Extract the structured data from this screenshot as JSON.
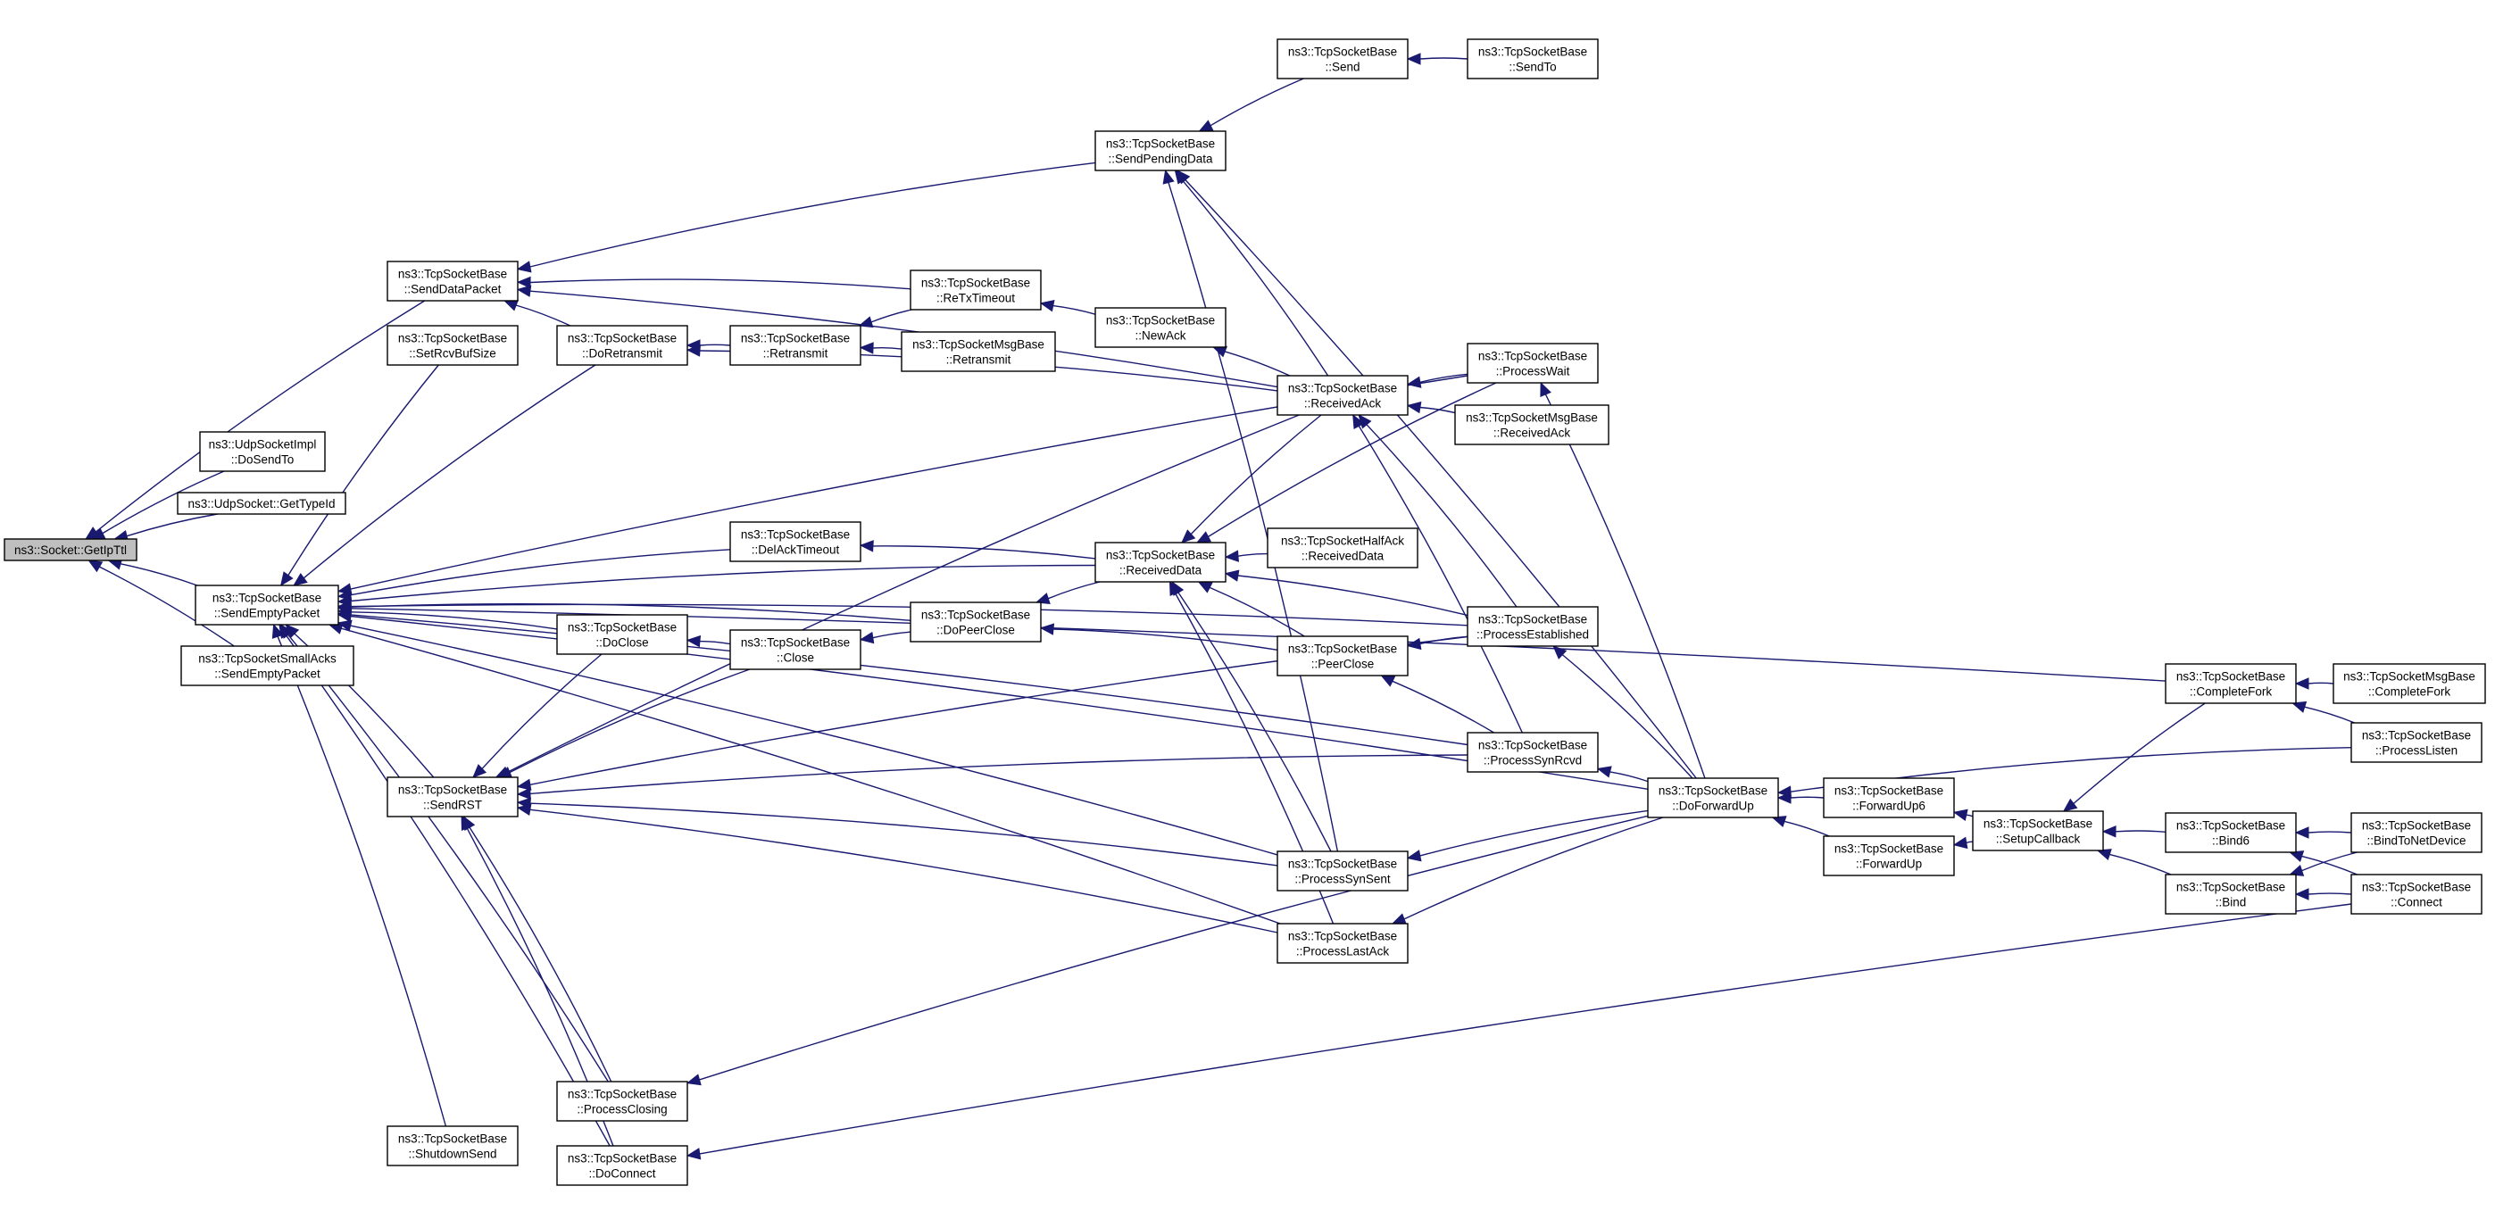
{
  "graph": {
    "title": "",
    "edge_color": "#191970",
    "root_fill": "#bfbfbf",
    "nodes": [
      {
        "id": "getipttl",
        "lines": [
          "ns3::Socket::GetIpTtl"
        ],
        "root": true
      },
      {
        "id": "udpimpl_dosendto",
        "lines": [
          "ns3::UdpSocketImpl",
          "::DoSendTo"
        ]
      },
      {
        "id": "udpsocket_gettypeid",
        "lines": [
          "ns3::UdpSocket::GetTypeId"
        ]
      },
      {
        "id": "sendemptypacket",
        "lines": [
          "ns3::TcpSocketBase",
          "::SendEmptyPacket"
        ]
      },
      {
        "id": "smallacks_sendemptypacket",
        "lines": [
          "ns3::TcpSocketSmallAcks",
          "::SendEmptyPacket"
        ]
      },
      {
        "id": "senddatapacket",
        "lines": [
          "ns3::TcpSocketBase",
          "::SendDataPacket"
        ]
      },
      {
        "id": "setrcvbufsize",
        "lines": [
          "ns3::TcpSocketBase",
          "::SetRcvBufSize"
        ]
      },
      {
        "id": "sendrst",
        "lines": [
          "ns3::TcpSocketBase",
          "::SendRST"
        ]
      },
      {
        "id": "shutdownsend",
        "lines": [
          "ns3::TcpSocketBase",
          "::ShutdownSend"
        ]
      },
      {
        "id": "doretransmit",
        "lines": [
          "ns3::TcpSocketBase",
          "::DoRetransmit"
        ]
      },
      {
        "id": "delacktimeout",
        "lines": [
          "ns3::TcpSocketBase",
          "::DelAckTimeout"
        ]
      },
      {
        "id": "doclose",
        "lines": [
          "ns3::TcpSocketBase",
          "::DoClose"
        ]
      },
      {
        "id": "processclosing",
        "lines": [
          "ns3::TcpSocketBase",
          "::ProcessClosing"
        ]
      },
      {
        "id": "doconnect",
        "lines": [
          "ns3::TcpSocketBase",
          "::DoConnect"
        ]
      },
      {
        "id": "retransmit",
        "lines": [
          "ns3::TcpSocketBase",
          "::Retransmit"
        ]
      },
      {
        "id": "close",
        "lines": [
          "ns3::TcpSocketBase",
          "::Close"
        ]
      },
      {
        "id": "retxtimeout",
        "lines": [
          "ns3::TcpSocketBase",
          "::ReTxTimeout"
        ]
      },
      {
        "id": "msgbase_retransmit",
        "lines": [
          "ns3::TcpSocketMsgBase",
          "::Retransmit"
        ]
      },
      {
        "id": "dopeerclose",
        "lines": [
          "ns3::TcpSocketBase",
          "::DoPeerClose"
        ]
      },
      {
        "id": "sendpendingdata",
        "lines": [
          "ns3::TcpSocketBase",
          "::SendPendingData"
        ]
      },
      {
        "id": "newack",
        "lines": [
          "ns3::TcpSocketBase",
          "::NewAck"
        ]
      },
      {
        "id": "receiveddata",
        "lines": [
          "ns3::TcpSocketBase",
          "::ReceivedData"
        ]
      },
      {
        "id": "send",
        "lines": [
          "ns3::TcpSocketBase",
          "::Send"
        ]
      },
      {
        "id": "receivedack",
        "lines": [
          "ns3::TcpSocketBase",
          "::ReceivedAck"
        ]
      },
      {
        "id": "halfack_receiveddata",
        "lines": [
          "ns3::TcpSocketHalfAck",
          "::ReceivedData"
        ]
      },
      {
        "id": "peerclose",
        "lines": [
          "ns3::TcpSocketBase",
          "::PeerClose"
        ]
      },
      {
        "id": "processsynsent",
        "lines": [
          "ns3::TcpSocketBase",
          "::ProcessSynSent"
        ]
      },
      {
        "id": "processlastack",
        "lines": [
          "ns3::TcpSocketBase",
          "::ProcessLastAck"
        ]
      },
      {
        "id": "sendto",
        "lines": [
          "ns3::TcpSocketBase",
          "::SendTo"
        ]
      },
      {
        "id": "processwait",
        "lines": [
          "ns3::TcpSocketBase",
          "::ProcessWait"
        ]
      },
      {
        "id": "msgbase_receivedack",
        "lines": [
          "ns3::TcpSocketMsgBase",
          "::ReceivedAck"
        ]
      },
      {
        "id": "processestablished",
        "lines": [
          "ns3::TcpSocketBase",
          "::ProcessEstablished"
        ]
      },
      {
        "id": "processsynrcvd",
        "lines": [
          "ns3::TcpSocketBase",
          "::ProcessSynRcvd"
        ]
      },
      {
        "id": "doforwardup",
        "lines": [
          "ns3::TcpSocketBase",
          "::DoForwardUp"
        ]
      },
      {
        "id": "forwardup6",
        "lines": [
          "ns3::TcpSocketBase",
          "::ForwardUp6"
        ]
      },
      {
        "id": "forwardup",
        "lines": [
          "ns3::TcpSocketBase",
          "::ForwardUp"
        ]
      },
      {
        "id": "setupcallback",
        "lines": [
          "ns3::TcpSocketBase",
          "::SetupCallback"
        ]
      },
      {
        "id": "completefork",
        "lines": [
          "ns3::TcpSocketBase",
          "::CompleteFork"
        ]
      },
      {
        "id": "bind6",
        "lines": [
          "ns3::TcpSocketBase",
          "::Bind6"
        ]
      },
      {
        "id": "bind",
        "lines": [
          "ns3::TcpSocketBase",
          "::Bind"
        ]
      },
      {
        "id": "msgbase_completefork",
        "lines": [
          "ns3::TcpSocketMsgBase",
          "::CompleteFork"
        ]
      },
      {
        "id": "processlisten",
        "lines": [
          "ns3::TcpSocketBase",
          "::ProcessListen"
        ]
      },
      {
        "id": "bindtonetdevice",
        "lines": [
          "ns3::TcpSocketBase",
          "::BindToNetDevice"
        ]
      },
      {
        "id": "connect",
        "lines": [
          "ns3::TcpSocketBase",
          "::Connect"
        ]
      }
    ],
    "edges": [
      [
        "udpimpl_dosendto",
        "getipttl"
      ],
      [
        "udpsocket_gettypeid",
        "getipttl"
      ],
      [
        "sendemptypacket",
        "getipttl"
      ],
      [
        "smallacks_sendemptypacket",
        "getipttl"
      ],
      [
        "senddatapacket",
        "getipttl"
      ],
      [
        "setrcvbufsize",
        "sendemptypacket"
      ],
      [
        "doretransmit",
        "sendemptypacket"
      ],
      [
        "delacktimeout",
        "sendemptypacket"
      ],
      [
        "receiveddata",
        "sendemptypacket"
      ],
      [
        "dopeerclose",
        "sendemptypacket"
      ],
      [
        "doclose",
        "sendemptypacket"
      ],
      [
        "sendrst",
        "sendemptypacket"
      ],
      [
        "processestablished",
        "sendemptypacket"
      ],
      [
        "processsynrcvd",
        "sendemptypacket"
      ],
      [
        "processsynsent",
        "sendemptypacket"
      ],
      [
        "processlastack",
        "sendemptypacket"
      ],
      [
        "doforwardup",
        "sendemptypacket"
      ],
      [
        "processclosing",
        "sendemptypacket"
      ],
      [
        "shutdownsend",
        "sendemptypacket"
      ],
      [
        "doconnect",
        "sendemptypacket"
      ],
      [
        "processwait",
        "sendemptypacket"
      ],
      [
        "completefork",
        "sendemptypacket"
      ],
      [
        "sendpendingdata",
        "senddatapacket"
      ],
      [
        "retxtimeout",
        "senddatapacket"
      ],
      [
        "doretransmit",
        "senddatapacket"
      ],
      [
        "receivedack",
        "senddatapacket"
      ],
      [
        "doclose",
        "sendrst"
      ],
      [
        "close",
        "sendrst"
      ],
      [
        "processclosing",
        "sendrst"
      ],
      [
        "doconnect",
        "sendrst"
      ],
      [
        "processestablished",
        "sendrst"
      ],
      [
        "processsynrcvd",
        "sendrst"
      ],
      [
        "processsynsent",
        "sendrst"
      ],
      [
        "processlastack",
        "sendrst"
      ],
      [
        "receivedack",
        "sendrst"
      ],
      [
        "retransmit",
        "doretransmit"
      ],
      [
        "receivedack",
        "doretransmit"
      ],
      [
        "close",
        "doclose"
      ],
      [
        "dopeerclose",
        "close"
      ],
      [
        "retxtimeout",
        "retransmit"
      ],
      [
        "msgbase_retransmit",
        "retransmit"
      ],
      [
        "newack",
        "retxtimeout"
      ],
      [
        "receiveddata",
        "delacktimeout"
      ],
      [
        "receiveddata",
        "dopeerclose"
      ],
      [
        "peerclose",
        "dopeerclose"
      ],
      [
        "send",
        "sendpendingdata"
      ],
      [
        "receivedack",
        "sendpendingdata"
      ],
      [
        "doforwardup",
        "sendpendingdata"
      ],
      [
        "processsynsent",
        "sendpendingdata"
      ],
      [
        "receivedack",
        "newack"
      ],
      [
        "sendto",
        "send"
      ],
      [
        "receivedack",
        "receiveddata"
      ],
      [
        "halfack_receiveddata",
        "receiveddata"
      ],
      [
        "peerclose",
        "receiveddata"
      ],
      [
        "processestablished",
        "receiveddata"
      ],
      [
        "processsynsent",
        "receiveddata"
      ],
      [
        "processlastack",
        "receiveddata"
      ],
      [
        "processwait",
        "receiveddata"
      ],
      [
        "processwait",
        "receivedack"
      ],
      [
        "msgbase_receivedack",
        "receivedack"
      ],
      [
        "processestablished",
        "receivedack"
      ],
      [
        "processsynrcvd",
        "receivedack"
      ],
      [
        "processestablished",
        "peerclose"
      ],
      [
        "processsynrcvd",
        "peerclose"
      ],
      [
        "doforwardup",
        "processsynsent"
      ],
      [
        "doforwardup",
        "processlastack"
      ],
      [
        "doforwardup",
        "processwait"
      ],
      [
        "doforwardup",
        "processestablished"
      ],
      [
        "doforwardup",
        "processsynrcvd"
      ],
      [
        "doforwardup",
        "processclosing"
      ],
      [
        "forwardup6",
        "doforwardup"
      ],
      [
        "forwardup",
        "doforwardup"
      ],
      [
        "setupcallback",
        "forwardup6"
      ],
      [
        "setupcallback",
        "forwardup"
      ],
      [
        "completefork",
        "setupcallback"
      ],
      [
        "bind6",
        "setupcallback"
      ],
      [
        "bind",
        "setupcallback"
      ],
      [
        "msgbase_completefork",
        "completefork"
      ],
      [
        "processlisten",
        "completefork"
      ],
      [
        "bindtonetdevice",
        "bind6"
      ],
      [
        "connect",
        "bind6"
      ],
      [
        "bindtonetdevice",
        "bind"
      ],
      [
        "connect",
        "bind"
      ],
      [
        "connect",
        "doconnect"
      ],
      [
        "processlisten",
        "doforwardup"
      ]
    ]
  }
}
